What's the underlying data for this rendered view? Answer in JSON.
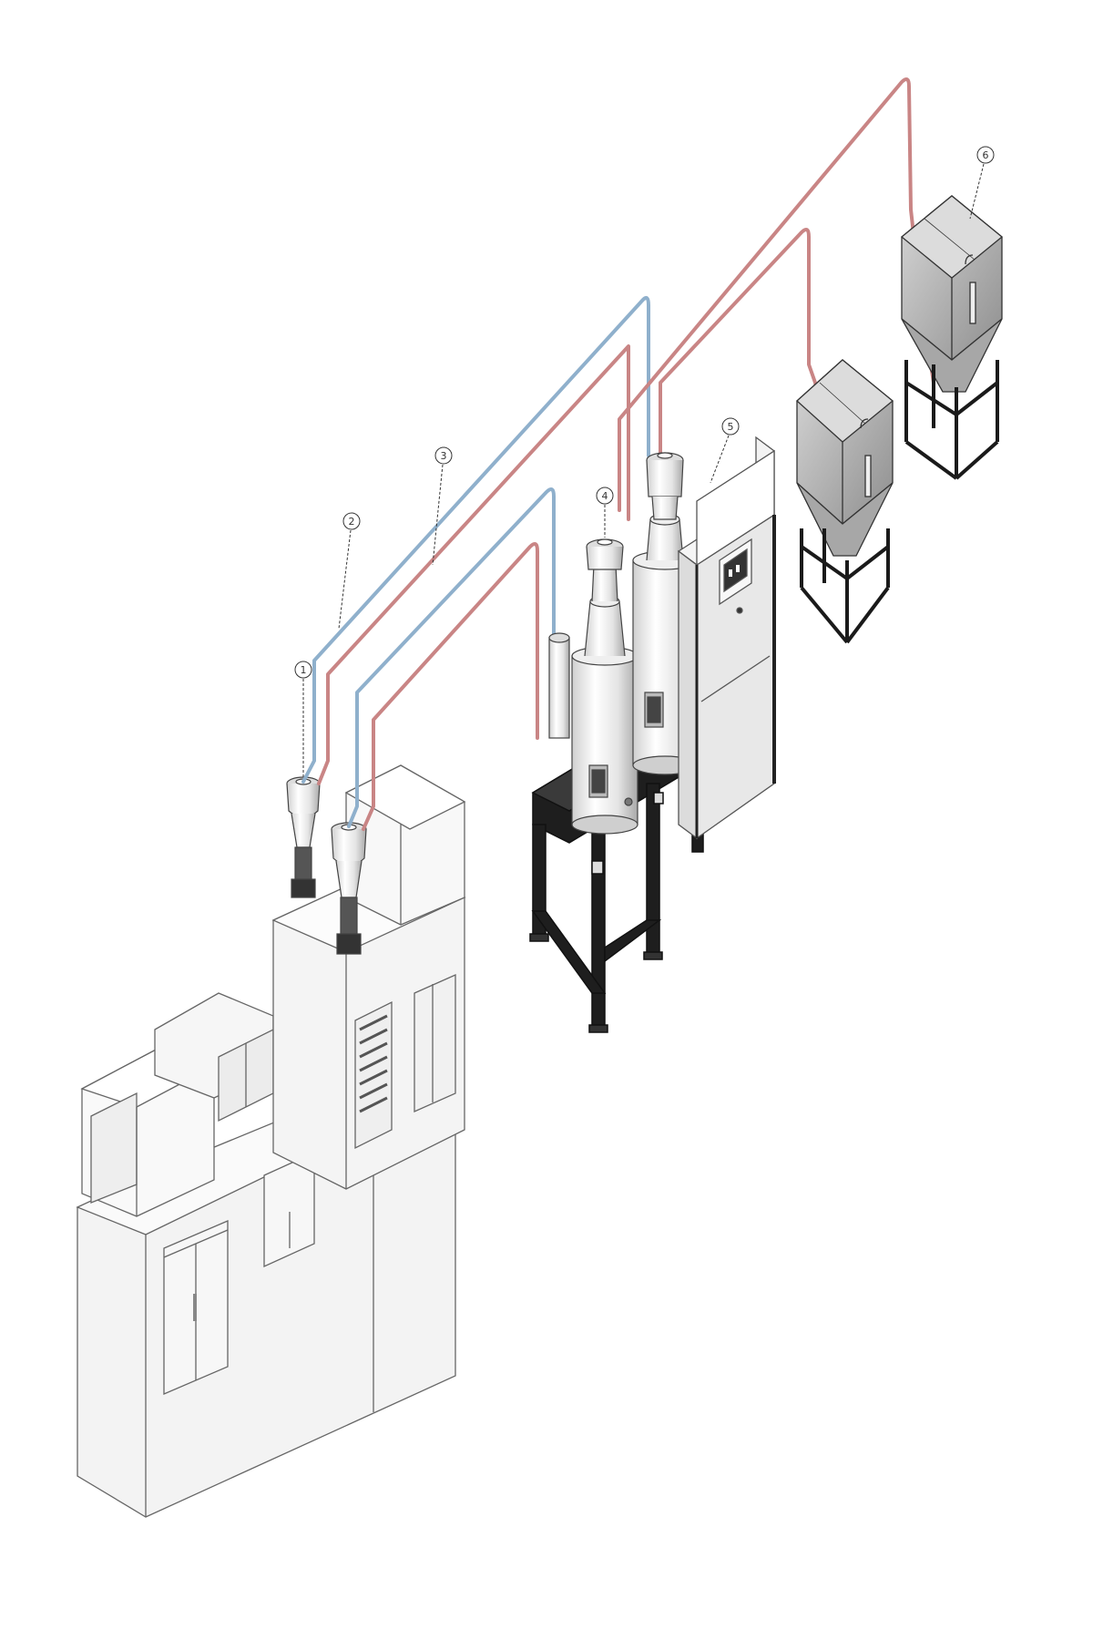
{
  "diagram": {
    "callouts": [
      {
        "id": "1",
        "label": "1"
      },
      {
        "id": "2",
        "label": "2"
      },
      {
        "id": "3",
        "label": "3"
      },
      {
        "id": "4",
        "label": "4"
      },
      {
        "id": "5",
        "label": "5"
      },
      {
        "id": "6",
        "label": "6"
      }
    ],
    "colors": {
      "vacuum_line": "#c98585",
      "return_line": "#8fb0cc",
      "outline": "#555555",
      "machine_fill": "#f3f3f3",
      "dryer_fill": "#e8e8e8",
      "stand_fill": "#1e1e1e",
      "hopper_fill": "#b9b9b9",
      "frame": "#2a2a2a"
    },
    "icons": [
      "loader-icon",
      "dryer-hopper-icon",
      "control-cabinet-icon",
      "storage-bin-icon",
      "injection-machine-icon"
    ]
  }
}
